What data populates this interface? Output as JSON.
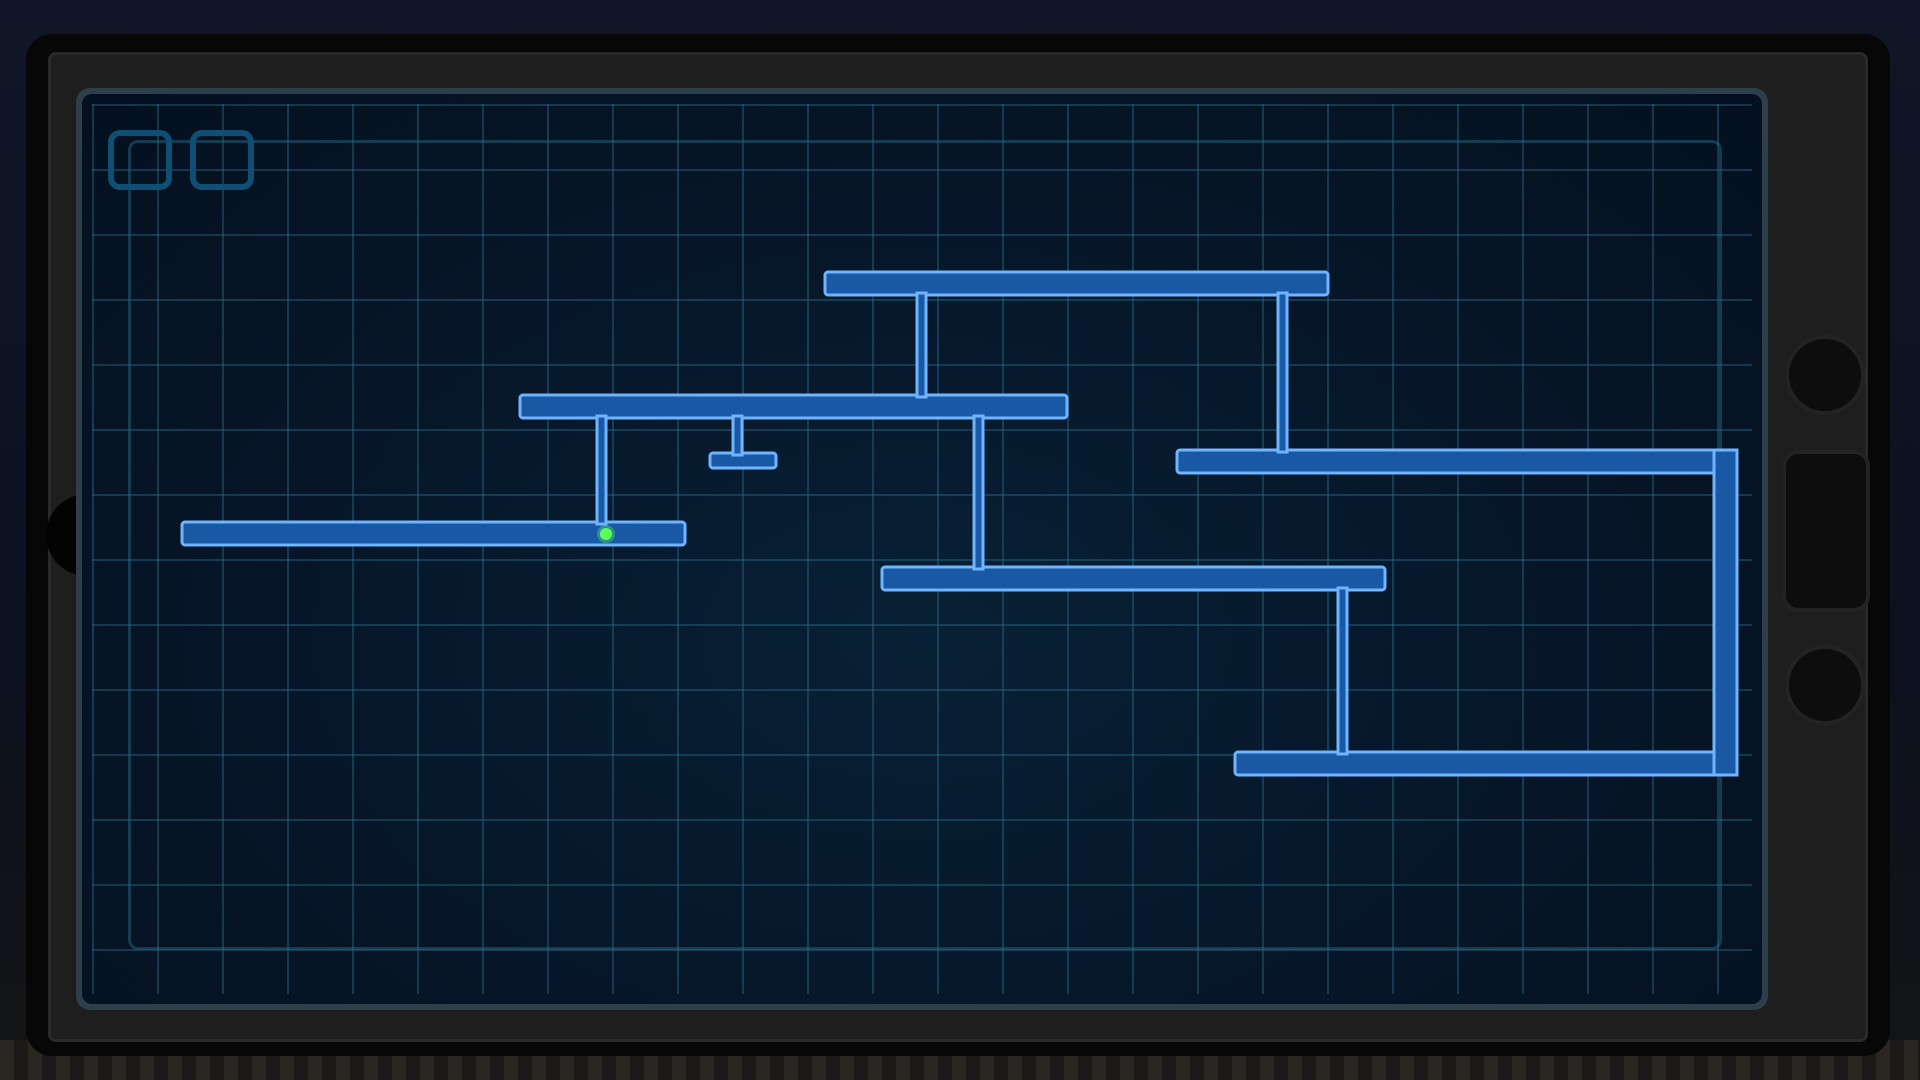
{
  "colors": {
    "circuit_fill": "#1858a4",
    "circuit_stroke": "#6fb4ff",
    "player_dot": "#5dff5d",
    "slot_border": "#0f4f73",
    "grid_line": "#286e8c"
  },
  "inventory": {
    "slots": [
      "empty",
      "empty"
    ]
  },
  "player": {
    "state": "active"
  },
  "side_controls": {
    "top_button": "round-button",
    "middle_button": "rect-button",
    "bottom_button": "round-button"
  }
}
